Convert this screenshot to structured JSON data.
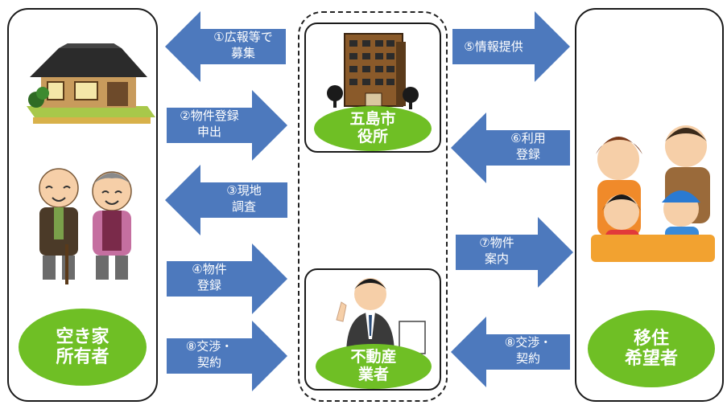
{
  "colors": {
    "arrow": "#4d79bd",
    "oval": "#6fbf25",
    "border": "#1a1a1a"
  },
  "owner": {
    "line1": "空き家",
    "line2": "所有者"
  },
  "seeker": {
    "line1": "移住",
    "line2": "希望者"
  },
  "cityhall": {
    "line1": "五島市",
    "line2": "役所"
  },
  "realtor": {
    "line1": "不動産",
    "line2": "業者"
  },
  "arrows": [
    {
      "line1": "①広報等で",
      "line2": "募集"
    },
    {
      "line1": "②物件登録",
      "line2": "申出"
    },
    {
      "line1": "③現地",
      "line2": "調査"
    },
    {
      "line1": "④物件",
      "line2": "登録"
    },
    {
      "line1": "⑧交渉・",
      "line2": "契約"
    },
    {
      "line1": "⑤情報提供",
      "line2": ""
    },
    {
      "line1": "⑥利用",
      "line2": "登録"
    },
    {
      "line1": "⑦物件",
      "line2": "案内"
    },
    {
      "line1": "⑧交渉・",
      "line2": "契約"
    }
  ],
  "icons": [
    "house-illustration",
    "elderly-couple-illustration",
    "city-hall-building-illustration",
    "businessman-illustration",
    "family-illustration"
  ]
}
